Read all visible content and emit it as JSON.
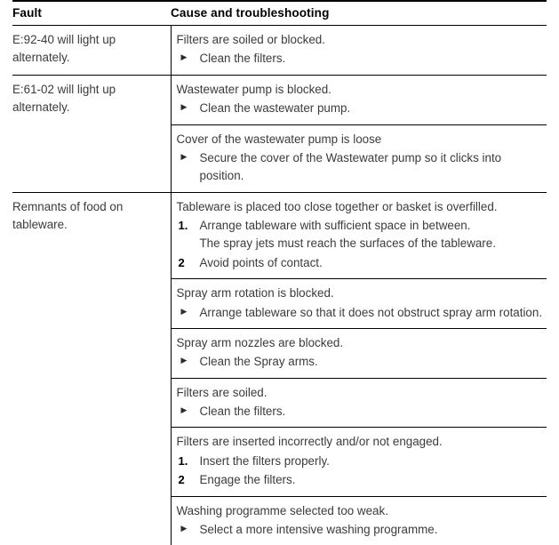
{
  "document": {
    "type": "troubleshooting-table",
    "columns": [
      "Fault",
      "Cause and troubleshooting"
    ],
    "header": {
      "fault_label": "Fault",
      "cause_label": "Cause and troubleshooting"
    },
    "bullet_glyph": "▶",
    "colors": {
      "rule": "#000000",
      "header_text": "#000000",
      "body_text": "#3b3b3b",
      "background": "#ffffff"
    },
    "groups": [
      {
        "fault": "E:92-40 will light up alternately.",
        "causes": [
          {
            "title": "Filters are soiled or blocked.",
            "list_type": "bullet",
            "steps": [
              {
                "marker": "▶",
                "text": "Clean the filters."
              }
            ]
          }
        ]
      },
      {
        "fault": "E:61-02 will light up alternately.",
        "causes": [
          {
            "title": "Wastewater pump is blocked.",
            "list_type": "bullet",
            "steps": [
              {
                "marker": "▶",
                "text": "Clean the wastewater pump."
              }
            ]
          },
          {
            "title": "Cover of the wastewater pump is loose",
            "list_type": "bullet",
            "steps": [
              {
                "marker": "▶",
                "text": "Secure the cover of the Wastewater pump so it clicks into position."
              }
            ]
          }
        ]
      },
      {
        "fault": "Remnants of food on tableware.",
        "causes": [
          {
            "title": "Tableware is placed too close together or basket is overfilled.",
            "list_type": "numbered",
            "steps": [
              {
                "marker": "1.",
                "text": "Arrange tableware with sufficient space in between.",
                "substep": "The spray jets must reach the surfaces of the tableware."
              },
              {
                "marker": "2",
                "text": "Avoid points of contact."
              }
            ]
          },
          {
            "title": "Spray arm rotation is blocked.",
            "list_type": "bullet",
            "steps": [
              {
                "marker": "▶",
                "text": "Arrange tableware so that it does not obstruct spray arm rotation."
              }
            ]
          },
          {
            "title": "Spray arm nozzles are blocked.",
            "list_type": "bullet",
            "steps": [
              {
                "marker": "▶",
                "text": "Clean the Spray arms."
              }
            ]
          },
          {
            "title": "Filters are soiled.",
            "list_type": "bullet",
            "steps": [
              {
                "marker": "▶",
                "text": "Clean the filters."
              }
            ]
          },
          {
            "title": "Filters are inserted incorrectly and/or not engaged.",
            "list_type": "numbered",
            "steps": [
              {
                "marker": "1.",
                "text": "Insert the filters properly."
              },
              {
                "marker": "2",
                "text": "Engage the filters."
              }
            ]
          },
          {
            "title": "Washing programme selected too weak.",
            "list_type": "bullet",
            "steps": [
              {
                "marker": "▶",
                "text": "Select a more intensive washing programme."
              }
            ]
          }
        ]
      }
    ]
  }
}
